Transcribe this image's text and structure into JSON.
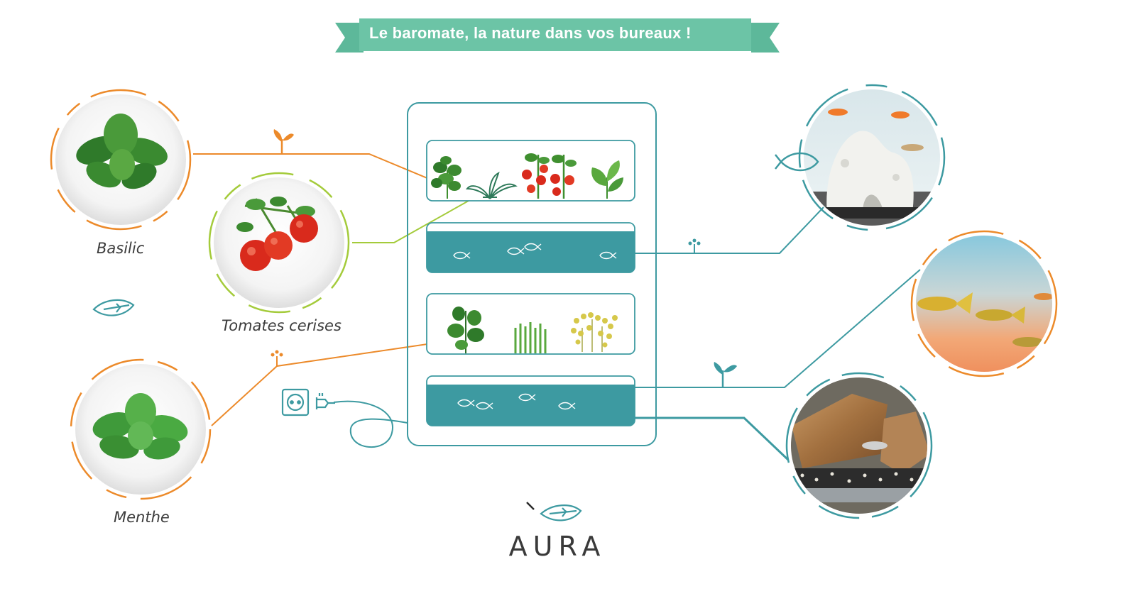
{
  "banner": {
    "text": "Le baromate, la nature dans vos bureaux !"
  },
  "plants": [
    {
      "label": "Basilic"
    },
    {
      "label": "Tomates cerises"
    },
    {
      "label": "Menthe"
    }
  ],
  "brand": {
    "name": "AURA"
  },
  "colors": {
    "teal": "#3d9aa1",
    "mint": "#6cc4a6",
    "orange": "#ec8a2a",
    "lime": "#a4cb3b",
    "leaf_green": "#3f8f2f",
    "tomato_red": "#d92a1c"
  },
  "icons": [
    "sprout-icon",
    "fish-icon",
    "leaf-fish-icon",
    "power-socket-icon",
    "plug-icon"
  ]
}
